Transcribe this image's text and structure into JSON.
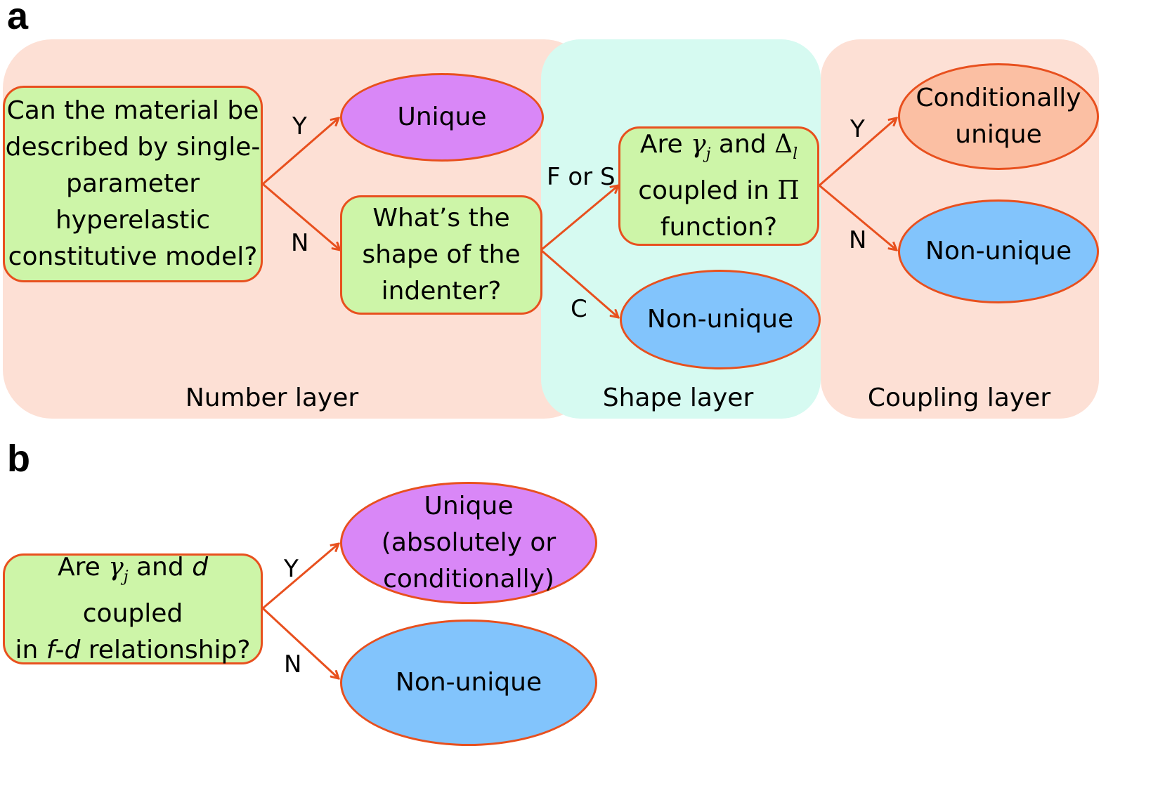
{
  "panel_a": {
    "letter": "a",
    "layers": {
      "number": "Number layer",
      "shape": "Shape layer",
      "coupling": "Coupling layer"
    },
    "q1": {
      "line1": "Can the material be",
      "line2": "described by single-",
      "line3": "parameter",
      "line4": "hyperelastic",
      "line5": "constitutive model?"
    },
    "q2": {
      "line1": "What’s the",
      "line2": "shape of the",
      "line3": "indenter?"
    },
    "q3": {
      "are": "Are",
      "gamma": "γ",
      "gamma_sub": "j",
      "and": "and",
      "delta": "Δ",
      "delta_sub": "l",
      "line2": "coupled in",
      "pi": "Π",
      "line3": "function?"
    },
    "unique": "Unique",
    "non_unique_1": "Non-unique",
    "cond_unique": {
      "line1": "Conditionally",
      "line2": "unique"
    },
    "non_unique_2": "Non-unique",
    "edge_labels": {
      "y1": "Y",
      "n1": "N",
      "fs": "F or S",
      "c": "C",
      "y2": "Y",
      "n2": "N"
    },
    "colors": {
      "number_bg": "#fde0d5",
      "shape_bg": "#d6faf1",
      "coupling_bg": "#fde0d5"
    }
  },
  "panel_b": {
    "letter": "b",
    "q": {
      "are": "Are",
      "gamma": "γ",
      "gamma_sub": "j",
      "and": "and",
      "d": "d",
      "coupled": "coupled",
      "in": "in",
      "f": "f",
      "dash": "-",
      "d2": "d",
      "rel": "relationship?"
    },
    "unique": {
      "line1": "Unique",
      "line2": "(absolutely or",
      "line3": "conditionally)"
    },
    "non_unique": "Non-unique",
    "edge_labels": {
      "y": "Y",
      "n": "N"
    }
  },
  "colors": {
    "box": "#cdf5a8",
    "border": "#e8501e",
    "unique": "#d987f7",
    "non_unique": "#82c4fc",
    "cond": "#fbbfa3"
  }
}
